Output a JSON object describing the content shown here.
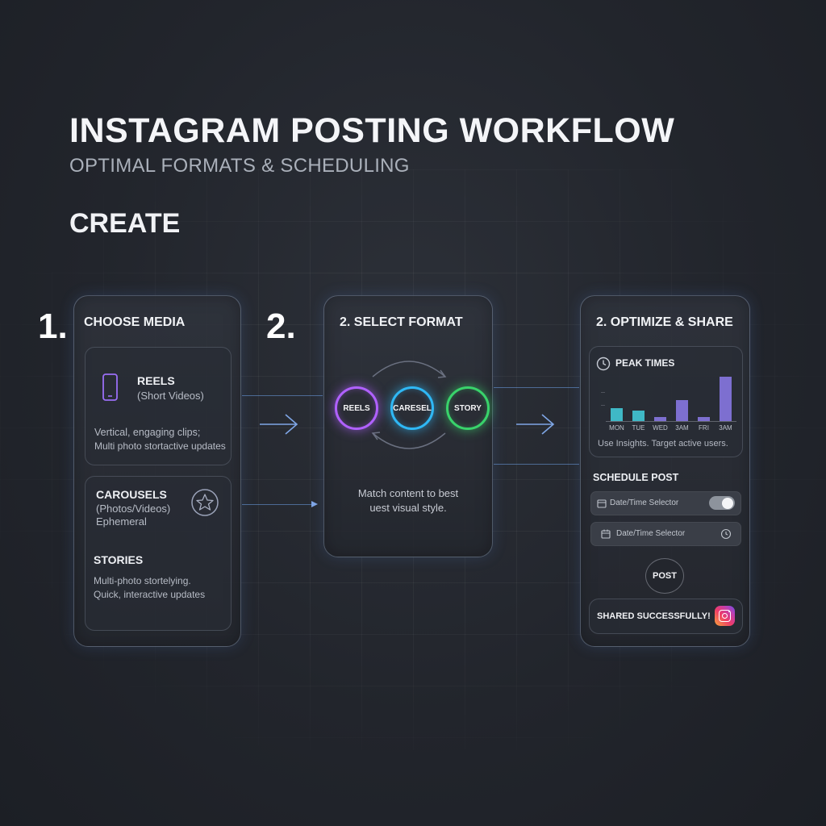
{
  "header": {
    "title": "INSTAGRAM POSTING WORKFLOW",
    "subtitle": "OPTIMAL FORMATS & SCHEDULING",
    "section": "CREATE"
  },
  "steps": {
    "step1_number": "1.",
    "step2_number": "2.",
    "choose_media": {
      "title": "CHOOSE MEDIA",
      "reels_title": "REELS",
      "reels_sub": "(Short Videos)",
      "reels_desc1": "Vertical, engaging clips;",
      "reels_desc2": "Multi photo stortactive updates",
      "carousels_title": "CAROUSELS",
      "carousels_sub1": "(Photos/Videos)",
      "carousels_sub2": "Ephemeral",
      "stories_title": "STORIES",
      "stories_desc1": "Multi-photo stortelying.",
      "stories_desc2": "Quick, interactive updates"
    },
    "select_format": {
      "title": "2.  SELECT FORMAT",
      "formats": [
        "REELS",
        "CARESEL",
        "STORY"
      ],
      "format_colors": [
        "#b061ff",
        "#2fb8f5",
        "#39d36b"
      ],
      "desc1": "Match content to best",
      "desc2": "uest visual style."
    },
    "optimize": {
      "title": "2.  OPTIMIZE & SHARE",
      "peak_title": "PEAK TIMES",
      "peak_note": "Use Insights. Target active users.",
      "schedule_title": "SCHEDULE POST",
      "date_selector_1": "Date/Time Selector",
      "date_selector_2": "Date/Time Selector",
      "post_label": "POST",
      "shared_label": "SHARED SUCCESSFULLY!"
    }
  },
  "chart_data": {
    "type": "bar",
    "categories": [
      "MON",
      "TUE",
      "WED",
      "3AM",
      "FRI",
      "3AM"
    ],
    "values": [
      28,
      22,
      8,
      45,
      8,
      95
    ],
    "colors": [
      "#3fb8c6",
      "#3fb8c6",
      "#7d6fd0",
      "#7d6fd0",
      "#7d6fd0",
      "#7d6fd0"
    ],
    "ylim": [
      0,
      100
    ]
  },
  "colors": {
    "accent_blue": "#4f8ff0",
    "toggle_on": "#9aa0aa"
  }
}
